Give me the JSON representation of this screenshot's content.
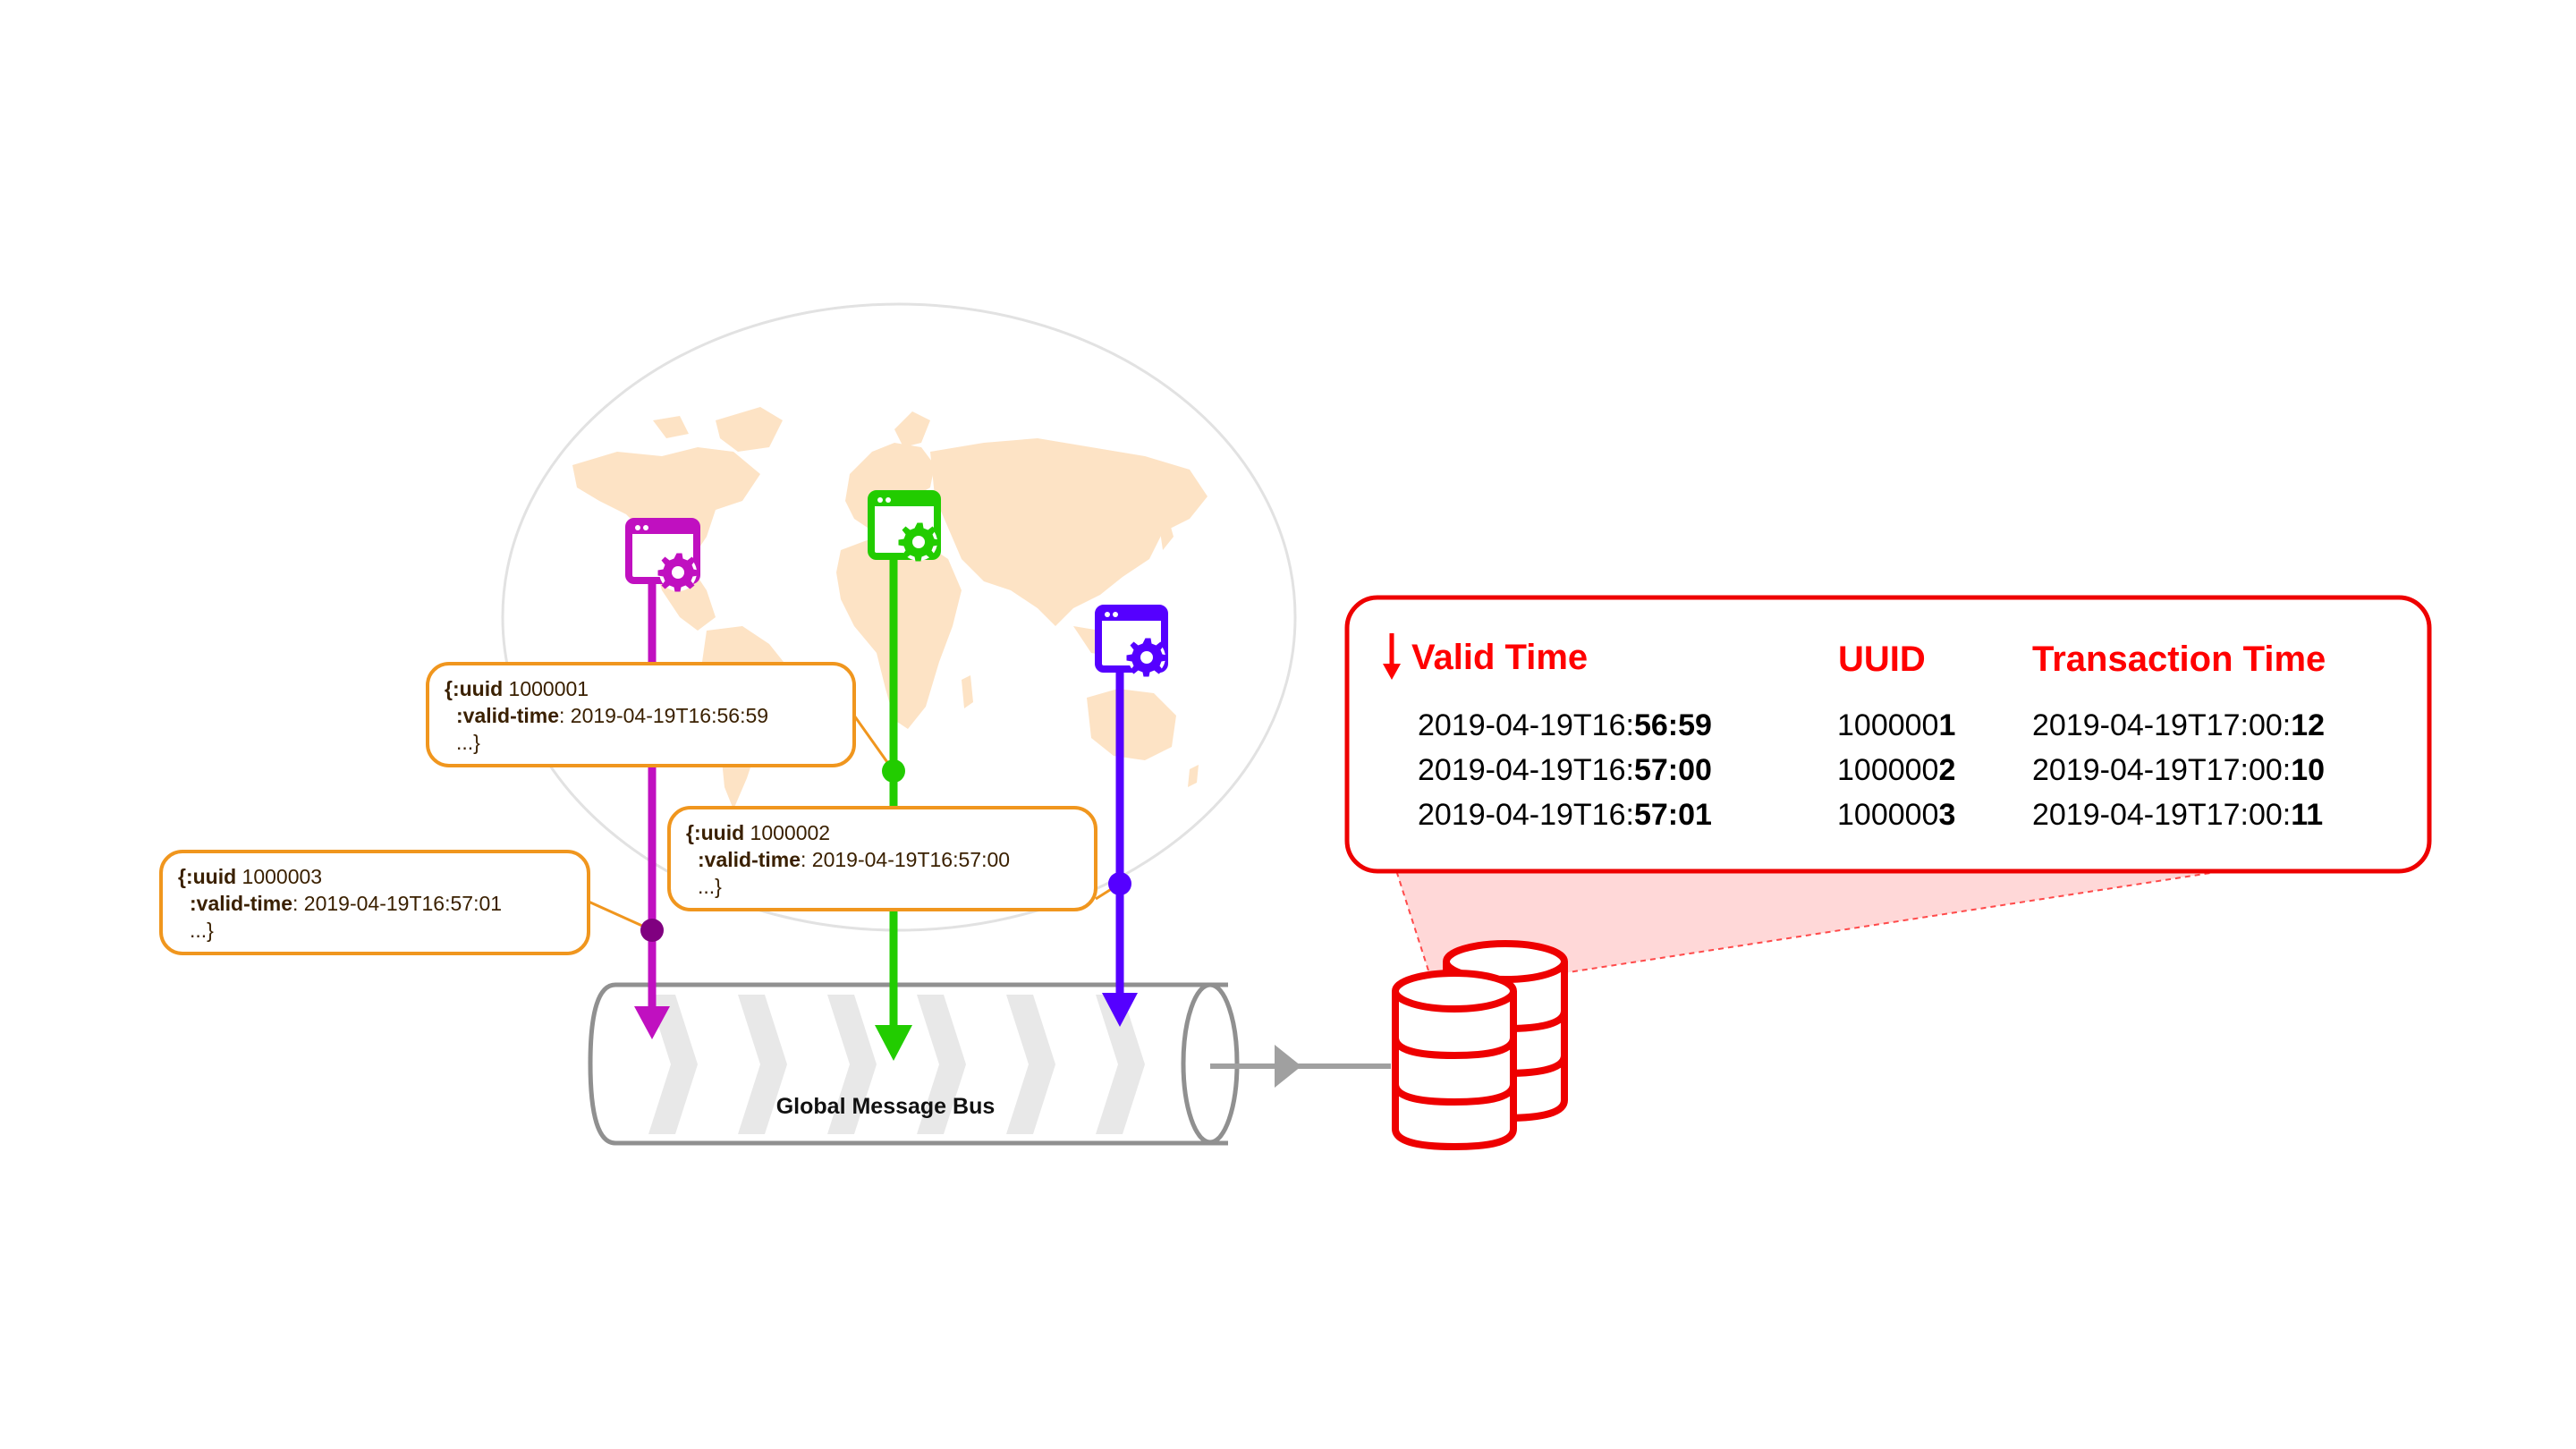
{
  "diagram": {
    "colors": {
      "service_1": "#c010c0",
      "service_2": "#22cc00",
      "service_3": "#5500ff",
      "message_border": "#f0961e",
      "database": "#ee0000",
      "bus": "#909090",
      "map": "#fde3c5"
    },
    "icons": [
      "browser-gear-icon",
      "database-icon",
      "world-map",
      "arrow-down-icon"
    ],
    "messages": [
      {
        "open": "{:uuid",
        "uuid": " 1000001",
        "key": ":valid-time",
        "time": ": 2019-04-19T16:56:59",
        "close": "...}"
      },
      {
        "open": "{:uuid",
        "uuid": " 1000002",
        "key": ":valid-time",
        "time": ": 2019-04-19T16:57:00",
        "close": "...}"
      },
      {
        "open": "{:uuid",
        "uuid": " 1000003",
        "key": ":valid-time",
        "time": ": 2019-04-19T16:57:01",
        "close": "...}"
      }
    ],
    "bus_label": "Global Message Bus",
    "table": {
      "headers": {
        "valid_time": "Valid Time",
        "uuid": "UUID",
        "transaction_time": "Transaction Time"
      },
      "rows": [
        {
          "vt_pre": "2019-04-19T16:",
          "vt_bold": "56:59",
          "id_pre": "100000",
          "id_bold": "1",
          "tt_pre": "2019-04-19T17:00:",
          "tt_bold": "12"
        },
        {
          "vt_pre": "2019-04-19T16:",
          "vt_bold": "57:00",
          "id_pre": "100000",
          "id_bold": "2",
          "tt_pre": "2019-04-19T17:00:",
          "tt_bold": "10"
        },
        {
          "vt_pre": "2019-04-19T16:",
          "vt_bold": "57:01",
          "id_pre": "100000",
          "id_bold": "3",
          "tt_pre": "2019-04-19T17:00:",
          "tt_bold": "11"
        }
      ]
    }
  }
}
